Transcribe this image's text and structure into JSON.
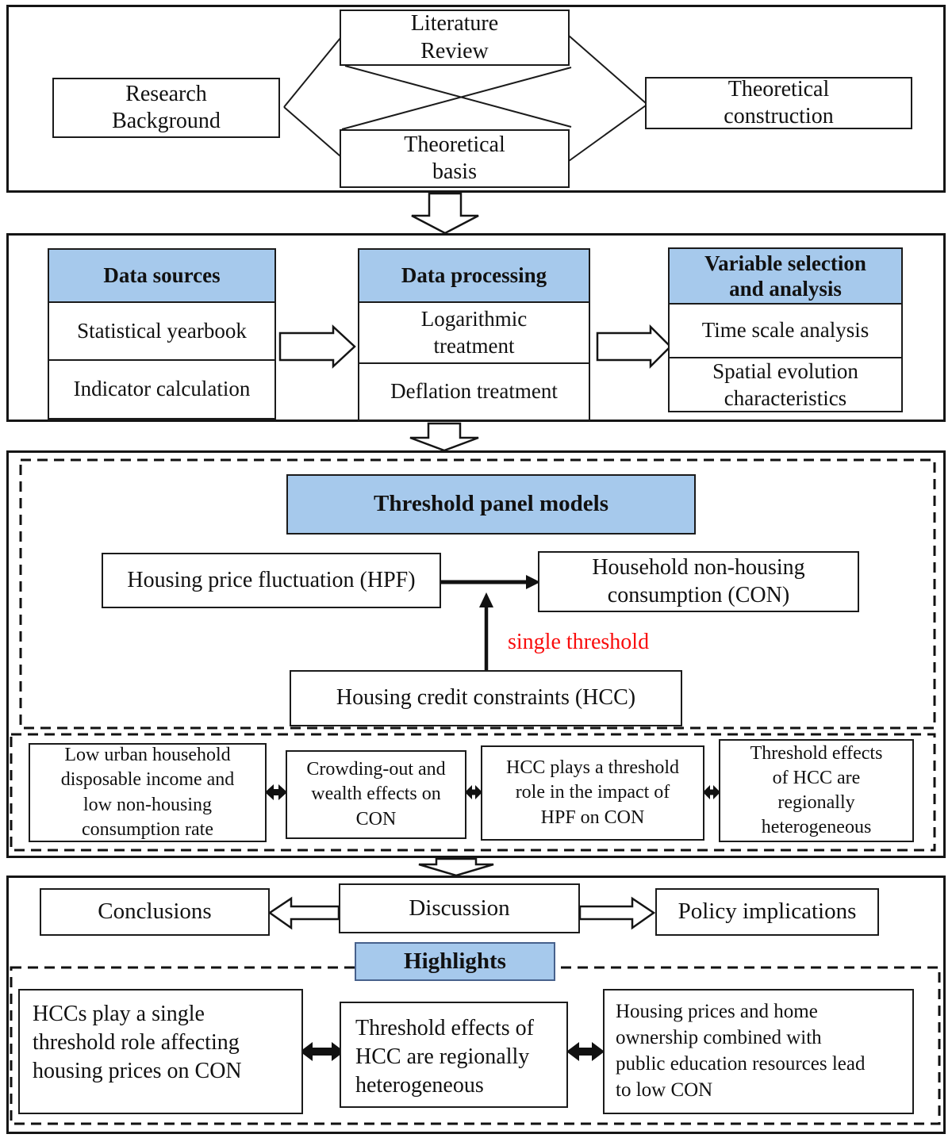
{
  "colors": {
    "header_blue": "#a6c9ec",
    "threshold_red": "#f90c0c"
  },
  "section1": {
    "literature_review": "Literature\nReview",
    "research_background": "Research\nBackground",
    "theoretical_basis": "Theoretical\nbasis",
    "theoretical_construction": "Theoretical\nconstruction"
  },
  "section2": {
    "groups": [
      {
        "header": "Data sources",
        "rows": [
          "Statistical yearbook",
          "Indicator calculation"
        ]
      },
      {
        "header": "Data processing",
        "rows": [
          "Logarithmic\ntreatment",
          "Deflation treatment"
        ]
      },
      {
        "header": "Variable selection\nand analysis",
        "rows": [
          "Time scale analysis",
          "Spatial evolution\ncharacteristics"
        ]
      }
    ]
  },
  "section3": {
    "title": "Threshold panel models",
    "hpf": "Housing price fluctuation (HPF)",
    "con": "Household non-housing\nconsumption (CON)",
    "threshold_label": "single threshold",
    "hcc": "Housing credit constraints (HCC)"
  },
  "section4": {
    "findings": [
      "Low urban household\ndisposable income and\nlow non-housing\nconsumption rate",
      "Crowding-out and\nwealth effects on\nCON",
      "HCC plays a threshold\nrole in the impact of\nHPF on CON",
      "Threshold effects\nof HCC are\nregionally\nheterogeneous"
    ]
  },
  "section5": {
    "conclusions": "Conclusions",
    "discussion": "Discussion",
    "policy_implications": "Policy implications",
    "highlights": "Highlights",
    "items": [
      "HCCs play a single\nthreshold role affecting\nhousing prices on CON",
      "Threshold effects of\nHCC are regionally\nheterogeneous",
      "Housing prices and home\nownership combined with\npublic education resources lead\nto low CON"
    ]
  }
}
